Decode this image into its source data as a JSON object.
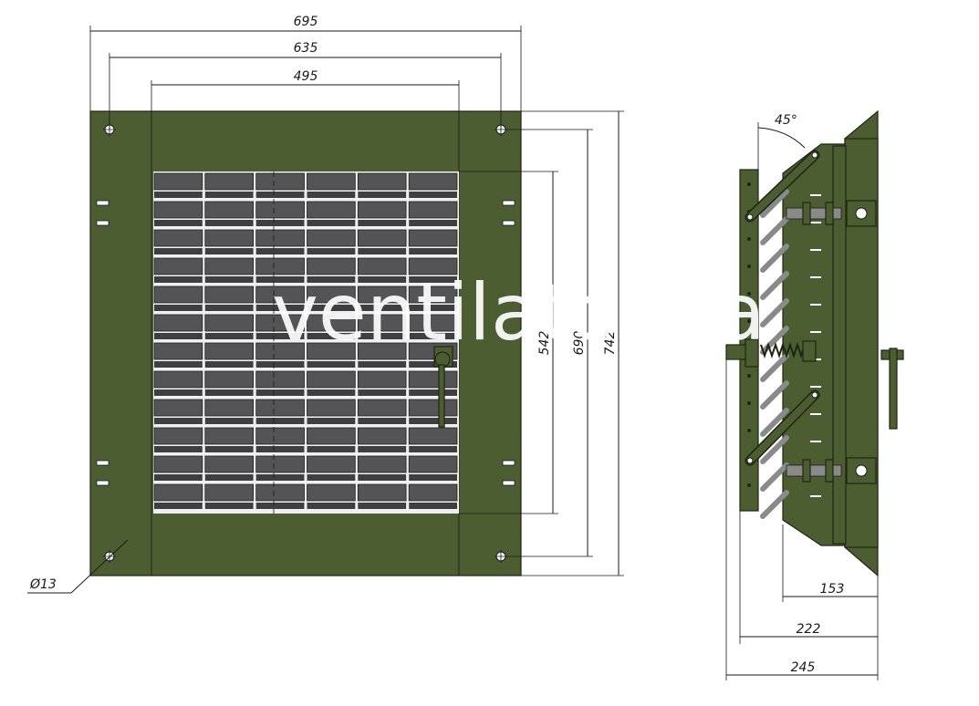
{
  "colors": {
    "body": "#4d5d32",
    "slat": "#545457",
    "line": "#1a1a1a",
    "watermark": "#ffffff"
  },
  "front_view": {
    "dim_overall_width": "695",
    "dim_hole_spacing_width": "635",
    "dim_opening_width": "495",
    "dim_opening_height": "542",
    "dim_hole_spacing_height": "690",
    "dim_overall_height": "742",
    "dim_hole_diameter": "Ø13",
    "slat_rows": 12,
    "slat_columns": 6
  },
  "side_view": {
    "dim_angle": "45°",
    "dim_depth_1": "153",
    "dim_depth_2": "222",
    "dim_depth_3": "245"
  },
  "watermark": "ventilator.ua"
}
